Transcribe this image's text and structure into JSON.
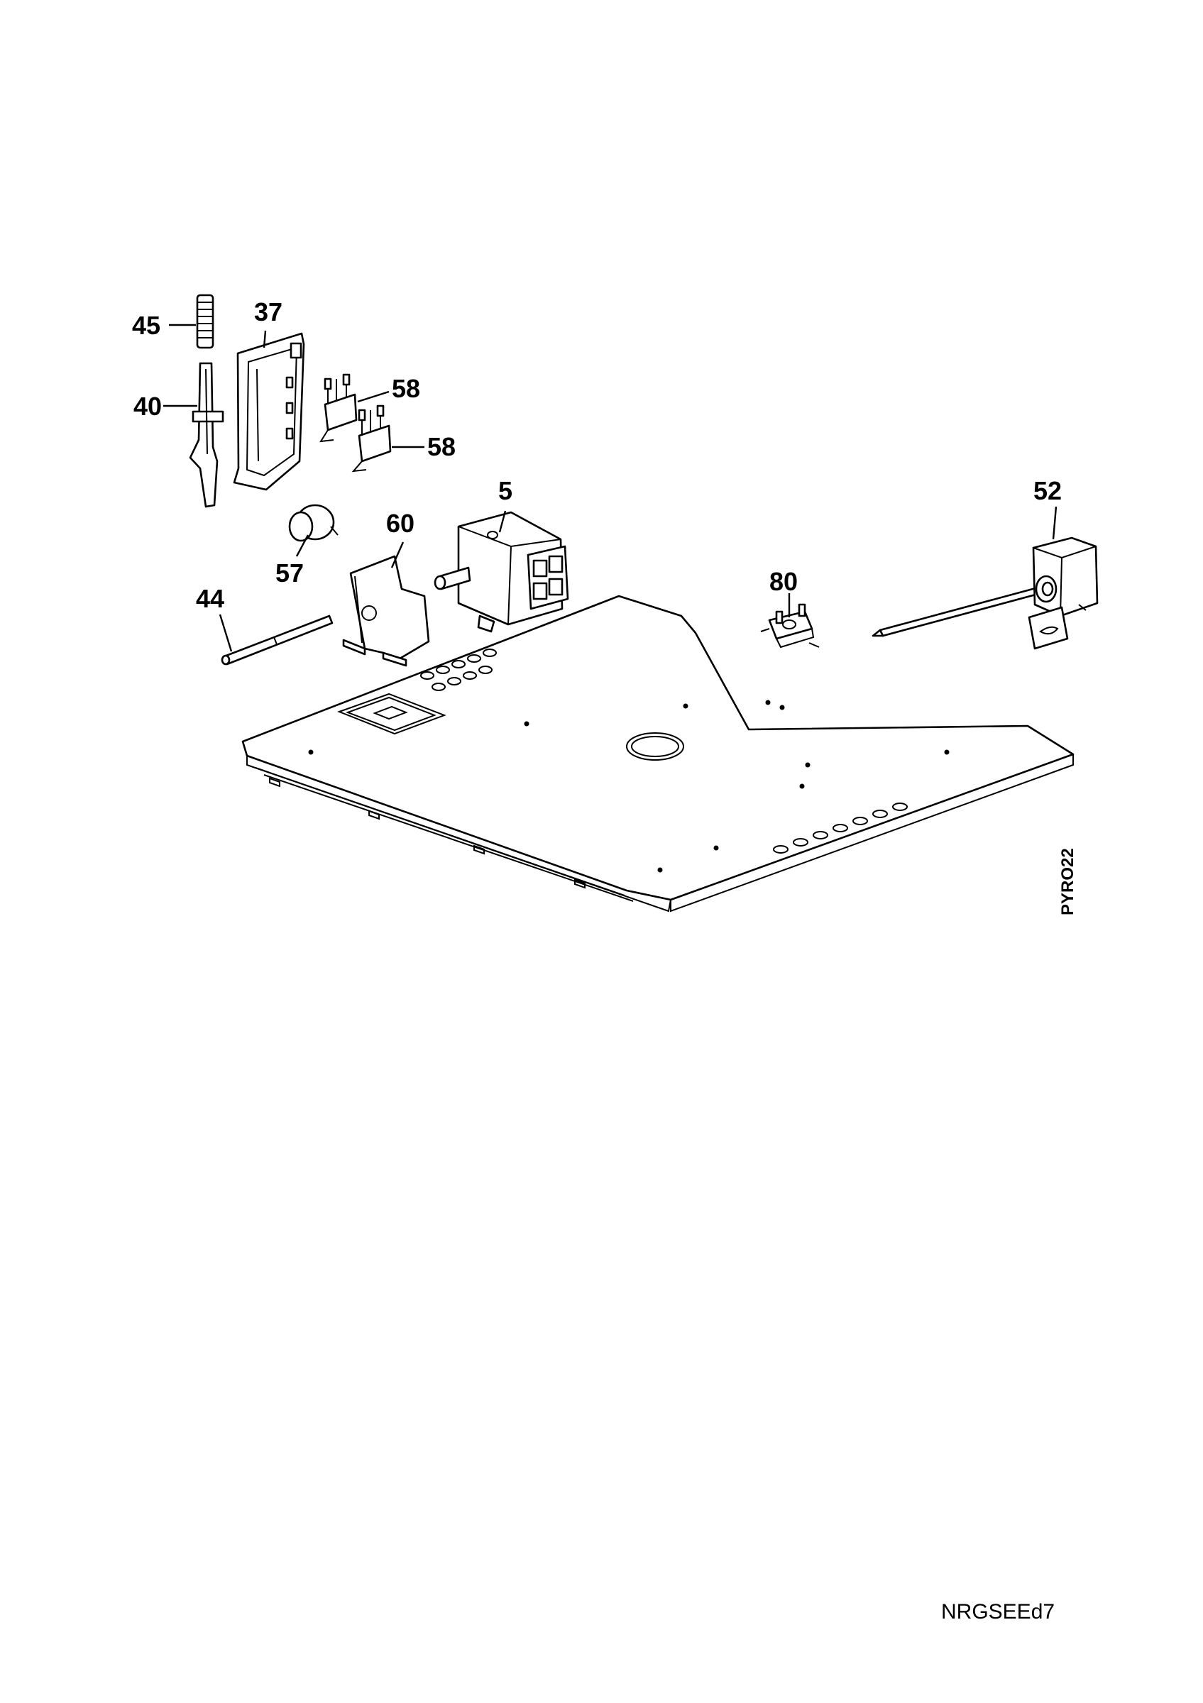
{
  "diagram": {
    "callouts": [
      "45",
      "37",
      "40",
      "58",
      "58",
      "5",
      "52",
      "60",
      "57",
      "44",
      "80"
    ],
    "side_code": "PYRO22",
    "footer_code": "NRGSEEd7"
  }
}
